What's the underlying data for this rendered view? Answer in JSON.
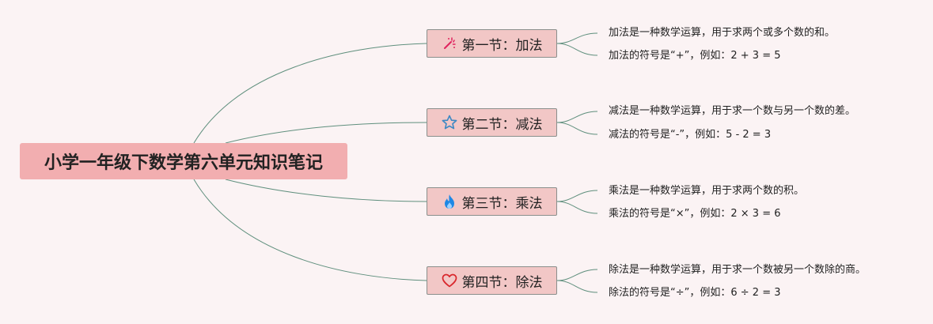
{
  "root": {
    "title": "小学一年级下数学第六单元知识笔记"
  },
  "sections": [
    {
      "label": "第一节：加法",
      "icon": "magic-wand-icon",
      "icon_color": "#e0245e",
      "notes": [
        "加法是一种数学运算，用于求两个或多个数的和。",
        "加法的符号是“+”，例如：2 + 3 = 5"
      ]
    },
    {
      "label": "第二节：减法",
      "icon": "star-outline-icon",
      "icon_color": "#3b88c3",
      "notes": [
        "减法是一种数学运算，用于求一个数与另一个数的差。",
        "减法的符号是“-”，例如：5 - 2 = 3"
      ]
    },
    {
      "label": "第三节：乘法",
      "icon": "fire-icon",
      "icon_color": "#1e88e5",
      "notes": [
        "乘法是一种数学运算，用于求两个数的积。",
        "乘法的符号是“×”，例如：2 × 3 = 6"
      ]
    },
    {
      "label": "第四节：除法",
      "icon": "heart-outline-icon",
      "icon_color": "#d9262b",
      "notes": [
        "除法是一种数学运算，用于求一个数被另一个数除的商。",
        "除法的符号是“÷”，例如：6 ÷ 2 = 3"
      ]
    }
  ],
  "colors": {
    "background": "#fbf3f4",
    "root_fill": "#f2aeb0",
    "section_fill": "#f2c7c6",
    "connector": "#5f8f7d"
  }
}
